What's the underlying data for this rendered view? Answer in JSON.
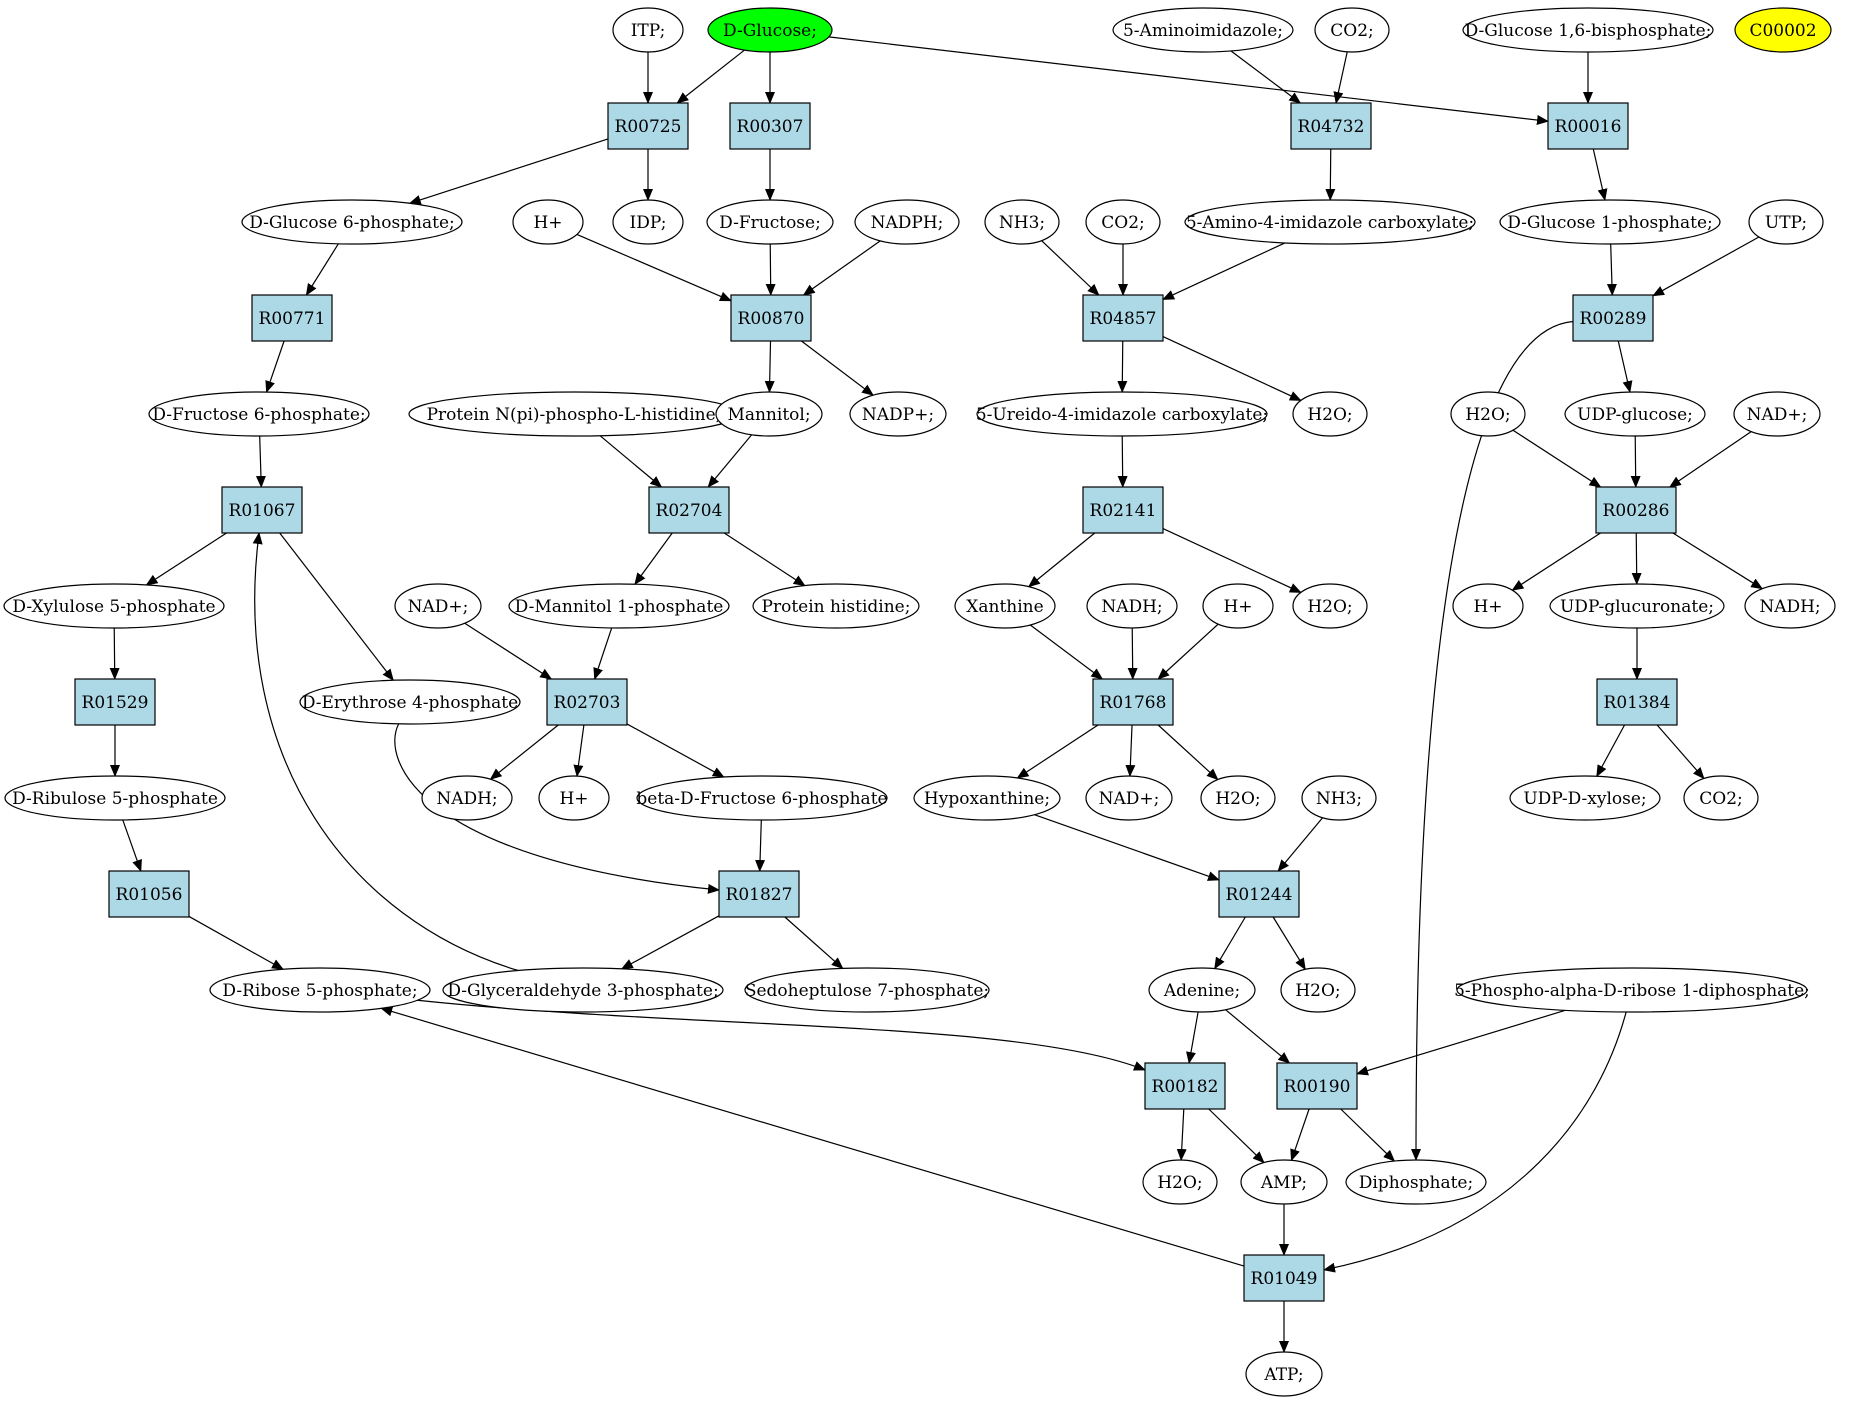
{
  "colors": {
    "reaction_fill": "#add8e6",
    "compound_fill": "#ffffff",
    "highlight_green": "#00ff00",
    "highlight_yellow": "#ffff00",
    "stroke": "#000000"
  },
  "nodes": {
    "itp": "ITP;",
    "dglucose": "D-Glucose;",
    "aminoimidazole": "5-Aminoimidazole;",
    "co2_top": "CO2;",
    "dglucose16bp": "D-Glucose 1,6-bisphosphate;",
    "c00002": "C00002",
    "r00725": "R00725",
    "r00307": "R00307",
    "r04732": "R04732",
    "r00016": "R00016",
    "dglucose6p": "D-Glucose 6-phosphate;",
    "hplus_1": "H+",
    "idp": "IDP;",
    "dfructose": "D-Fructose;",
    "nadph": "NADPH;",
    "nh3_1": "NH3;",
    "co2_2": "CO2;",
    "amino4imid": "5-Amino-4-imidazole carboxylate;",
    "dglucose1p": "D-Glucose 1-phosphate;",
    "utp": "UTP;",
    "r00771": "R00771",
    "r00870": "R00870",
    "r04857": "R04857",
    "r00289": "R00289",
    "dfructose6p": "D-Fructose 6-phosphate;",
    "proteinnpi": "Protein N(pi)-phospho-L-histidine;",
    "mannitol": "Mannitol;",
    "nadpplus": "NADP+;",
    "ureido": "5-Ureido-4-imidazole carboxylate;",
    "h2o_1": "H2O;",
    "h2o_2": "H2O;",
    "udpglucose": "UDP-glucose;",
    "nadplus_1": "NAD+;",
    "r01067": "R01067",
    "r02704": "R02704",
    "r02141": "R02141",
    "r00286": "R00286",
    "dxylulose5p": "D-Xylulose 5-phosphate",
    "nadplus_2": "NAD+;",
    "dmannitol1p": "D-Mannitol 1-phosphate",
    "proteinhis": "Protein histidine;",
    "xanthine": "Xanthine",
    "nadh_1": "NADH;",
    "hplus_2": "H+",
    "h2o_3": "H2O;",
    "hplus_3": "H+",
    "udpglucuronate": "UDP-glucuronate;",
    "nadh_2": "NADH;",
    "r01529": "R01529",
    "derythrose4p": "D-Erythrose 4-phosphate",
    "r02703": "R02703",
    "r01768": "R01768",
    "r01384": "R01384",
    "dribulose5p": "D-Ribulose 5-phosphate",
    "nadh_3": "NADH;",
    "hplus_4": "H+",
    "betafructose6p": "beta-D-Fructose 6-phosphate",
    "hypoxanthine": "Hypoxanthine;",
    "nadplus_3": "NAD+;",
    "h2o_4": "H2O;",
    "nh3_2": "NH3;",
    "udpxylose": "UDP-D-xylose;",
    "co2_3": "CO2;",
    "r01056": "R01056",
    "r01827": "R01827",
    "r01244": "R01244",
    "dribose5p": "D-Ribose 5-phosphate;",
    "glyceraldehyde3p": "D-Glyceraldehyde 3-phosphate;",
    "sedoheptulose7p": "Sedoheptulose 7-phosphate;",
    "adenine": "Adenine;",
    "h2o_5": "H2O;",
    "prpp": "5-Phospho-alpha-D-ribose 1-diphosphate;",
    "r00182": "R00182",
    "r00190": "R00190",
    "h2o_6": "H2O;",
    "amp": "AMP;",
    "diphosphate": "Diphosphate;",
    "r01049": "R01049",
    "atp": "ATP;"
  }
}
